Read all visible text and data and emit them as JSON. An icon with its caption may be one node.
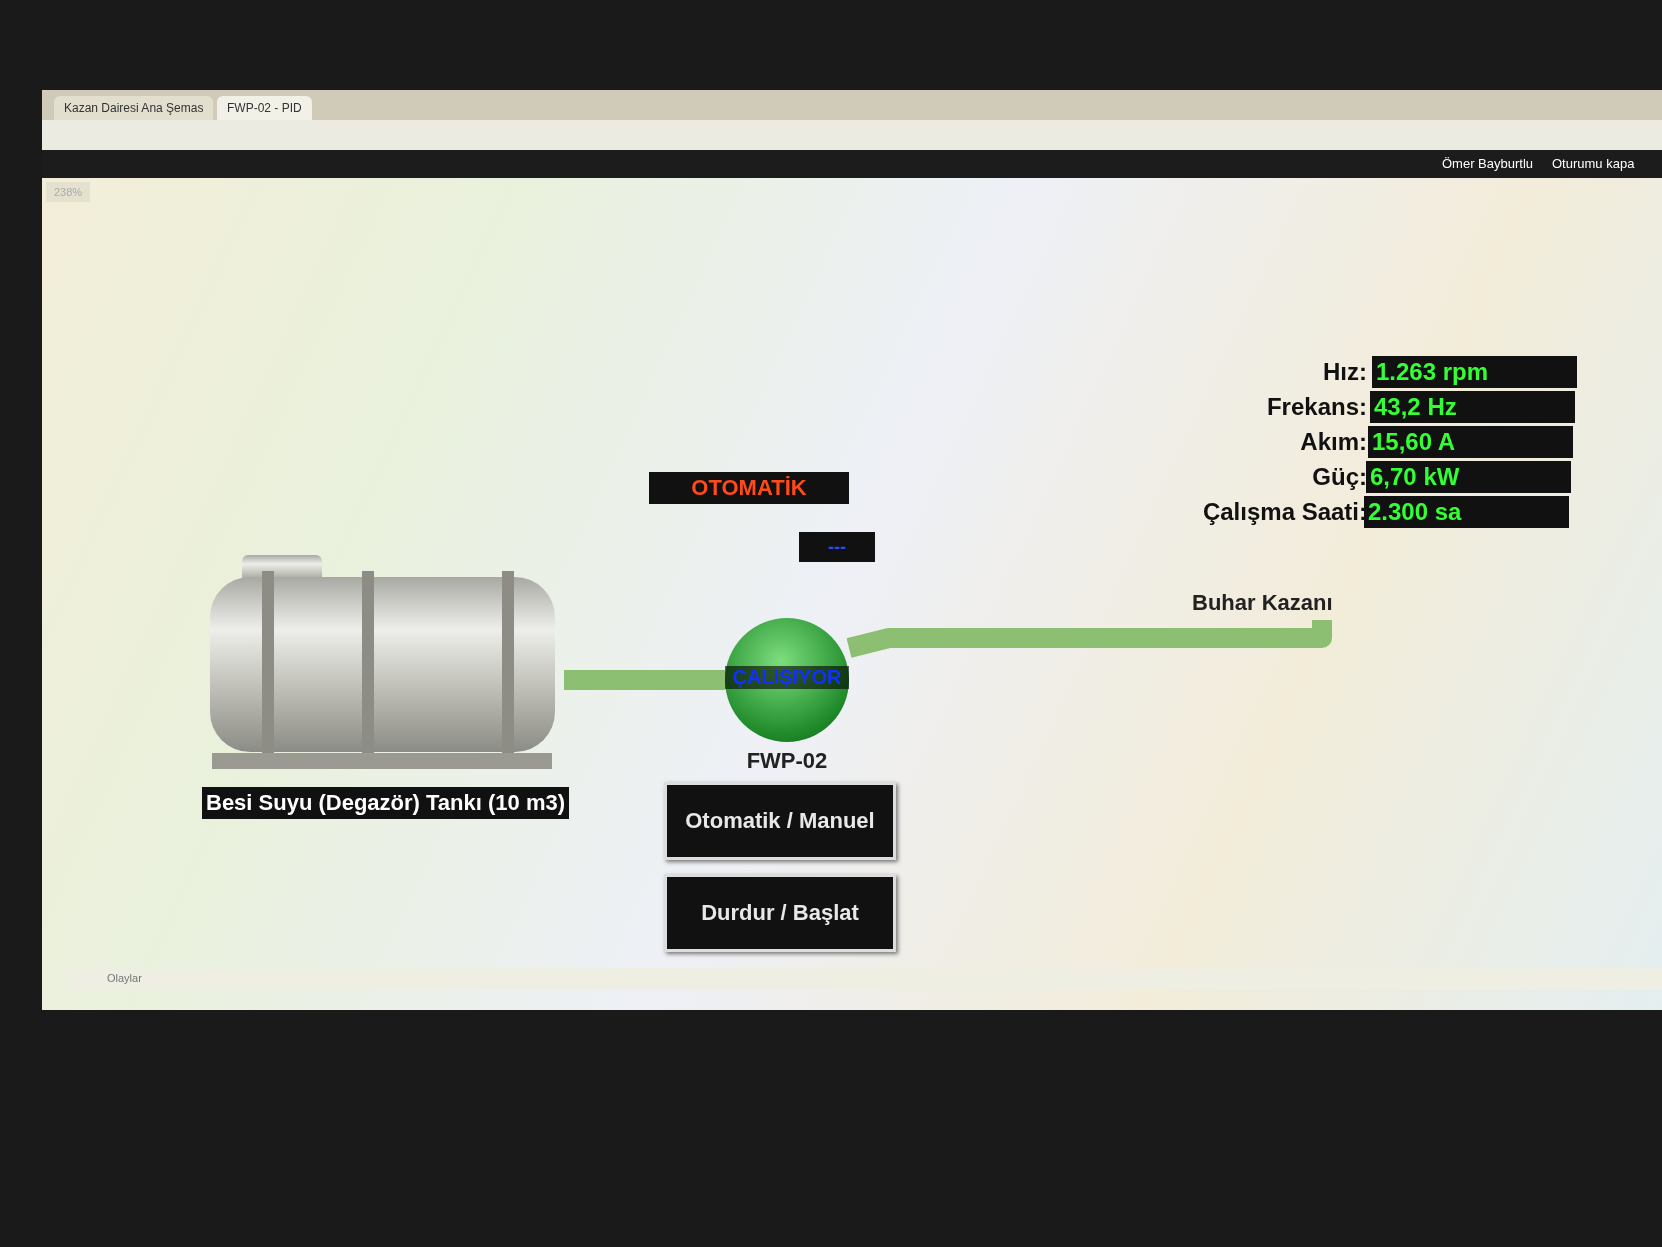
{
  "diagram": {
    "nodes": [
      {
        "text": [
          "Besi Suyu (Degazör) Tankı (10 m3)"
        ]
      },
      {
        "text": [
          "ÇALIŞIYOR"
        ],
        "beside": [
          "FWP-02"
        ]
      },
      {
        "text": [
          "Buhar Kazanı"
        ]
      }
    ],
    "edges": [
      {
        "from": 0,
        "to": 1,
        "arrow": "none"
      },
      {
        "from": 1,
        "to": 2,
        "arrow": "none"
      }
    ],
    "labels": [
      "Kazan Dairesi Ana Şemas",
      "FWP-02 - PID",
      "Ömer Bayburtlu",
      "Oturumu kapa",
      "238%",
      "OTOMATİK",
      "---",
      "Hız:",
      "1.263 rpm",
      "Frekans:",
      "43,2 Hz",
      "Akım:",
      "15,60 A",
      "Güç:",
      "6,70 kW",
      "Çalışma Saati:",
      "2.300 sa",
      "Otomatik / Manuel",
      "Durdur / Başlat",
      "Olaylar"
    ]
  }
}
